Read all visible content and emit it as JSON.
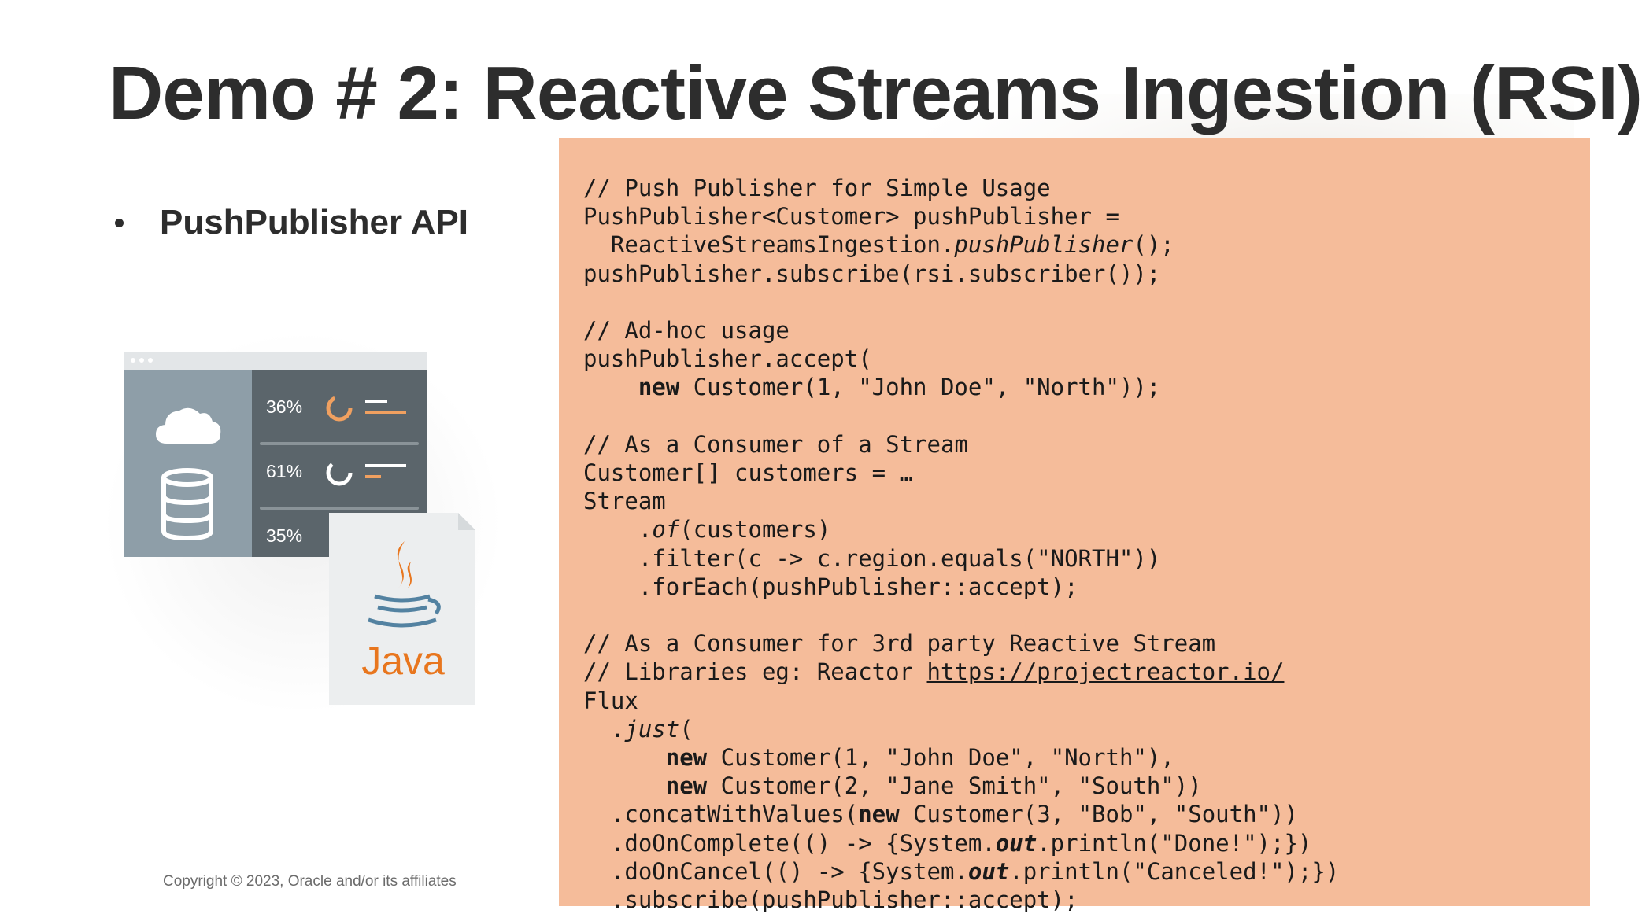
{
  "slide": {
    "title": "Demo # 2: Reactive Streams Ingestion (RSI)",
    "bullet": "PushPublisher API",
    "footer": "Copyright © 2023, Oracle and/or its affiliates"
  },
  "illustration": {
    "metrics": [
      "36%",
      "61%",
      "35%"
    ],
    "java_label": "Java",
    "icons": [
      "cloud-icon",
      "database-icon",
      "java-logo-icon"
    ]
  },
  "code": {
    "l01": "// Push Publisher for Simple Usage",
    "l02": "PushPublisher<Customer> pushPublisher =",
    "l03a": "  ReactiveStreamsIngestion.",
    "l03b": "pushPublisher",
    "l03c": "();",
    "l04": "pushPublisher.subscribe(rsi.subscriber());",
    "l06": "// Ad-hoc usage",
    "l07": "pushPublisher.accept(",
    "l08a": "    ",
    "l08b": "new",
    "l08c": " Customer(1, \"John Doe\", \"North\"));",
    "l10": "// As a Consumer of a Stream",
    "l11": "Customer[] customers = …",
    "l12": "Stream",
    "l13a": "    .",
    "l13b": "of",
    "l13c": "(customers)",
    "l14": "    .filter(c -> c.region.equals(\"NORTH\"))",
    "l15": "    .forEach(pushPublisher::accept);",
    "l17": "// As a Consumer for 3rd party Reactive Stream",
    "l18a": "// Libraries eg: Reactor ",
    "l18b": "https://projectreactor.io/",
    "l19": "Flux",
    "l20a": "  .",
    "l20b": "just",
    "l20c": "(",
    "l21a": "      ",
    "l21b": "new",
    "l21c": " Customer(1, \"John Doe\", \"North\"),",
    "l22a": "      ",
    "l22b": "new",
    "l22c": " Customer(2, \"Jane Smith\", \"South\"))",
    "l23a": "  .concatWithValues(",
    "l23b": "new",
    "l23c": " Customer(3, \"Bob\", \"South\"))",
    "l24a": "  .doOnComplete(() -> {System.",
    "l24b": "out",
    "l24c": ".println(\"Done!\");})",
    "l25a": "  .doOnCancel(() -> {System.",
    "l25b": "out",
    "l25c": ".println(\"Canceled!\");})",
    "l26": "  .subscribe(pushPublisher::accept);"
  },
  "colors": {
    "code_background": "#f5bc9a",
    "accent_orange": "#f0a060",
    "java_orange": "#e8761e",
    "java_blue": "#5382a1"
  }
}
